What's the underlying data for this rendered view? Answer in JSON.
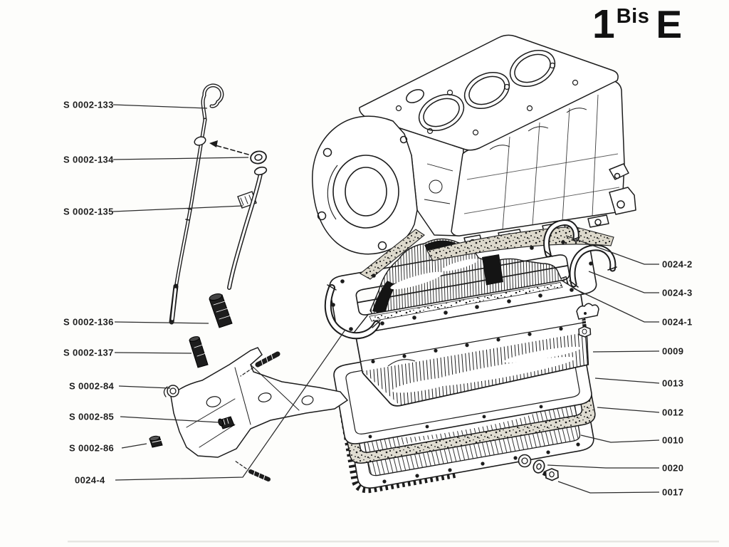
{
  "plate": {
    "number": "1",
    "suffix": "Bis",
    "series": "E"
  },
  "colors": {
    "ink": "#1c1c1c",
    "paper": "#fdfdfb"
  },
  "labels": {
    "left": [
      {
        "text": "S 0002-133"
      },
      {
        "text": "S 0002-134"
      },
      {
        "text": "S 0002-135"
      },
      {
        "text": "S 0002-136"
      },
      {
        "text": "S 0002-137"
      },
      {
        "text": "S 0002-84"
      },
      {
        "text": "S 0002-85"
      },
      {
        "text": "S 0002-86"
      },
      {
        "text": "0024-4"
      }
    ],
    "right": [
      {
        "text": "0024-2"
      },
      {
        "text": "0024-3"
      },
      {
        "text": "0024-1"
      },
      {
        "text": "0009"
      },
      {
        "text": "0013"
      },
      {
        "text": "0012"
      },
      {
        "text": "0010"
      },
      {
        "text": "0020"
      },
      {
        "text": "0017"
      }
    ]
  }
}
